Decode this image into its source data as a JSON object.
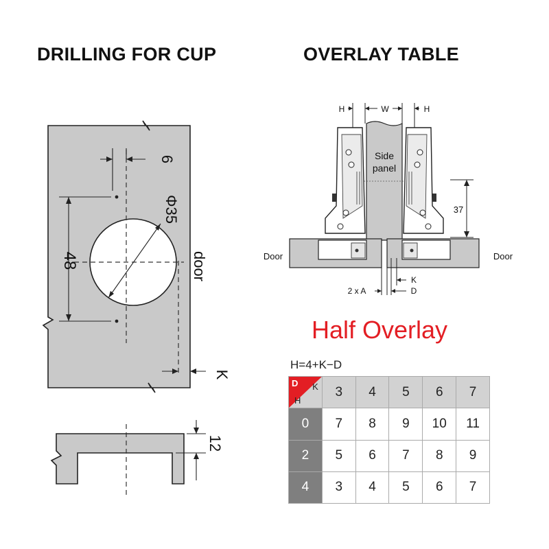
{
  "titles": {
    "left": "DRILLING FOR CUP",
    "right": "OVERLAY TABLE",
    "half_overlay": "Half Overlay"
  },
  "drilling": {
    "dim_6": "6",
    "dim_35": "Φ35",
    "dim_48": "48",
    "door_label": "door",
    "dim_k": "K",
    "dim_12": "12"
  },
  "overlay_diagram": {
    "label_h": "H",
    "label_w": "W",
    "side_panel_line1": "Side",
    "side_panel_line2": "panel",
    "dim_37": "37",
    "door_left": "Door",
    "door_right": "Door",
    "label_k": "K",
    "label_2xa": "2 x A",
    "label_d": "D"
  },
  "formula": "H=4+K−D",
  "overlay_table": {
    "corner": {
      "d": "D",
      "k": "K",
      "h": "H"
    },
    "k_values": [
      "3",
      "4",
      "5",
      "6",
      "7"
    ],
    "rows": [
      {
        "d": "0",
        "values": [
          "7",
          "8",
          "9",
          "10",
          "11"
        ]
      },
      {
        "d": "2",
        "values": [
          "5",
          "6",
          "7",
          "8",
          "9"
        ]
      },
      {
        "d": "4",
        "values": [
          "3",
          "4",
          "5",
          "6",
          "7"
        ]
      }
    ]
  },
  "colors": {
    "panel_gray": "#c9c9c9",
    "accent_red": "#e31e24",
    "row_header_gray": "#7f7f7f",
    "column_header_gray": "#d2d2d2"
  }
}
